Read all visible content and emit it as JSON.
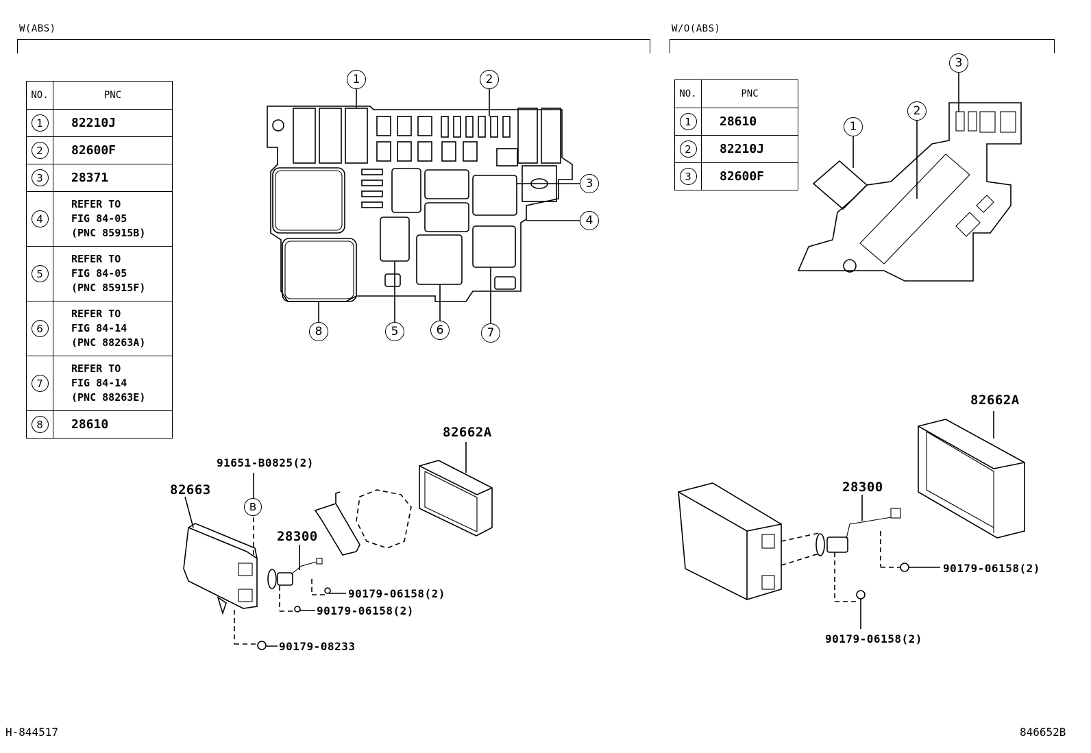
{
  "sections": {
    "left_label": "W(ABS)",
    "right_label": "W/O(ABS)"
  },
  "table_left": {
    "header_no": "NO.",
    "header_pnc": "PNC",
    "rows": [
      {
        "no": "1",
        "pnc": [
          "82210J"
        ]
      },
      {
        "no": "2",
        "pnc": [
          "82600F"
        ]
      },
      {
        "no": "3",
        "pnc": [
          "28371"
        ]
      },
      {
        "no": "4",
        "pnc": [
          "REFER TO",
          "FIG 84-05",
          "(PNC 85915B)"
        ]
      },
      {
        "no": "5",
        "pnc": [
          "REFER TO",
          "FIG 84-05",
          "(PNC 85915F)"
        ]
      },
      {
        "no": "6",
        "pnc": [
          "REFER TO",
          "FIG 84-14",
          "(PNC 88263A)"
        ]
      },
      {
        "no": "7",
        "pnc": [
          "REFER TO",
          "FIG 84-14",
          "(PNC 88263E)"
        ]
      },
      {
        "no": "8",
        "pnc": [
          "28610"
        ]
      }
    ]
  },
  "table_right": {
    "header_no": "NO.",
    "header_pnc": "PNC",
    "rows": [
      {
        "no": "1",
        "pnc": [
          "28610"
        ]
      },
      {
        "no": "2",
        "pnc": [
          "82210J"
        ]
      },
      {
        "no": "3",
        "pnc": [
          "82600F"
        ]
      }
    ]
  },
  "left_callouts": [
    "1",
    "2",
    "3",
    "4",
    "5",
    "6",
    "7",
    "8"
  ],
  "right_callouts": [
    "1",
    "2",
    "3"
  ],
  "left_parts": {
    "cover": "82662A",
    "box": "82663",
    "bolt_b": "91651-B0825(2)",
    "bolt_marker": "B",
    "horn": "28300",
    "nut1": "90179-06158(2)",
    "nut2": "90179-06158(2)",
    "nut3": "90179-08233"
  },
  "right_parts": {
    "cover": "82662A",
    "horn": "28300",
    "nut1": "90179-06158(2)",
    "nut2": "90179-06158(2)"
  },
  "footer": {
    "left_id": "H-844517",
    "right_id": "846652B"
  }
}
